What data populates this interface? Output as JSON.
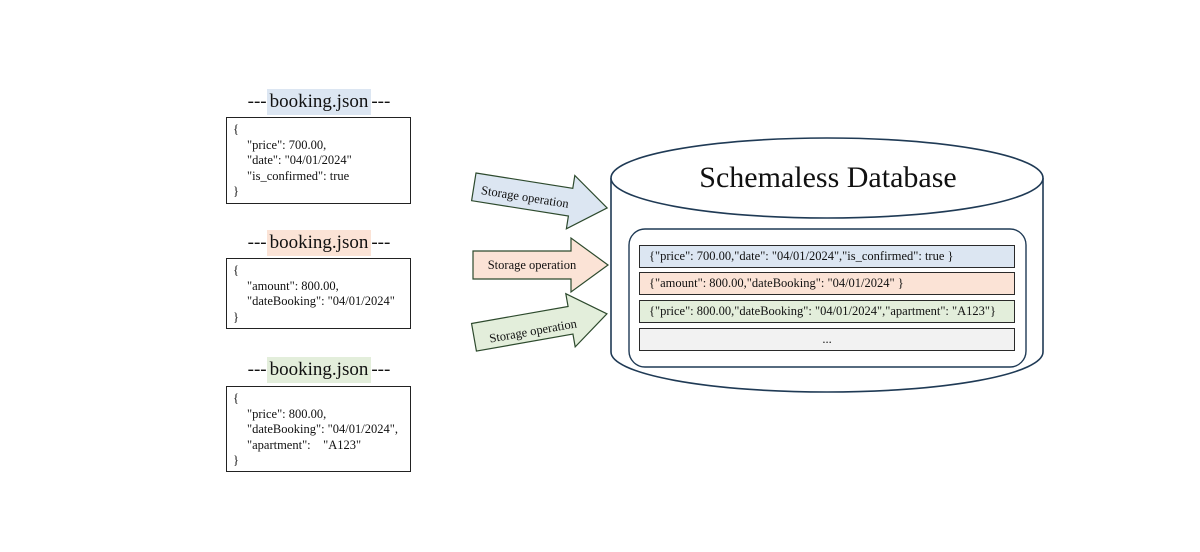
{
  "colors": {
    "blue": "#dce6f2",
    "orange": "#fbe3d6",
    "green": "#e3eedb",
    "gray": "#f2f2f2",
    "stroke_blue": "#1f3a55",
    "stroke_arrow": "#2d4a2d"
  },
  "documents": [
    {
      "title": "booking.json",
      "lines": [
        "{",
        "\"price\": 700.00,",
        "\"date\": \"04/01/2024\"",
        "\"is_confirmed\": true",
        "}"
      ]
    },
    {
      "title": "booking.json",
      "lines": [
        "{",
        "\"amount\": 800.00,",
        "\"dateBooking\": \"04/01/2024\"",
        "}"
      ]
    },
    {
      "title": "booking.json",
      "lines": [
        "{",
        "\"price\": 800.00,",
        "\"dateBooking\": \"04/01/2024\",",
        "\"apartment\":    \"A123\"",
        "}"
      ]
    }
  ],
  "title_dashes": "---",
  "arrow_label": "Storage operation",
  "database": {
    "title": "Schemaless Database",
    "rows": [
      "{\"price\": 700.00,\"date\": \"04/01/2024\",\"is_confirmed\": true }",
      "{\"amount\": 800.00,\"dateBooking\": \"04/01/2024\" }",
      "{\"price\": 800.00,\"dateBooking\": \"04/01/2024\",\"apartment\": \"A123\"}",
      "..."
    ]
  }
}
